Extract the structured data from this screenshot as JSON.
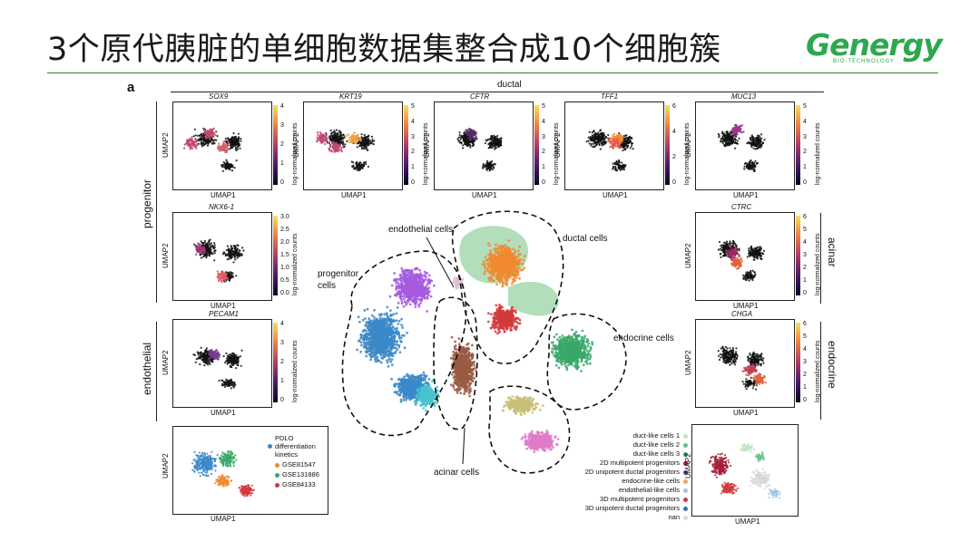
{
  "slide": {
    "title": "3个原代胰脏的单细胞数据集整合成10个细胞簇"
  },
  "logo": {
    "wordmark": "Genergy",
    "subtitle": "BIO-TECHNOLOGY",
    "color": "#2ea84f"
  },
  "figure": {
    "letter": "a",
    "group_top": "ductal",
    "group_left_top": "progenitor",
    "group_left_mid": "endothelial",
    "group_right_top": "acinar",
    "group_right_mid": "endocrine",
    "axis_x": "UMAP1",
    "axis_y": "UMAP2",
    "cbar_label": "log-normalized counts",
    "panels": [
      {
        "gene": "SOX9",
        "ticks": [
          "0",
          "1",
          "2",
          "3",
          "4"
        ]
      },
      {
        "gene": "KRT19",
        "ticks": [
          "0",
          "1",
          "2",
          "3",
          "4",
          "5"
        ]
      },
      {
        "gene": "CFTR",
        "ticks": [
          "0",
          "1",
          "2",
          "3",
          "4",
          "5"
        ]
      },
      {
        "gene": "TFF1",
        "ticks": [
          "0",
          "2",
          "4",
          "6"
        ]
      },
      {
        "gene": "MUC13",
        "ticks": [
          "0",
          "1",
          "2",
          "3",
          "4",
          "5"
        ]
      },
      {
        "gene": "NKX6-1",
        "ticks": [
          "0.0",
          "0.5",
          "1.0",
          "1.5",
          "2.0",
          "2.5",
          "3.0"
        ]
      },
      {
        "gene": "PECAM1",
        "ticks": [
          "0",
          "1",
          "2",
          "3",
          "4"
        ]
      },
      {
        "gene": "CTRC",
        "ticks": [
          "0",
          "1",
          "2",
          "3",
          "4",
          "5",
          "6"
        ]
      },
      {
        "gene": "CHGA",
        "ticks": [
          "0",
          "1",
          "2",
          "3",
          "4",
          "5",
          "6"
        ]
      }
    ],
    "center_labels": {
      "endothelial": "endothelial cells",
      "ductal": "ductal cells",
      "progenitor": "progenitor\ncells",
      "endocrine": "endocrine cells",
      "acinar": "acinar cells"
    },
    "dataset_legend": [
      {
        "label": "PDLO\ndifferentiation\nkinetics",
        "color": "#3a88c8"
      },
      {
        "label": "GSE81547",
        "color": "#f08a30"
      },
      {
        "label": "GSE131886",
        "color": "#38a86a"
      },
      {
        "label": "GSE84133",
        "color": "#d03a3a"
      }
    ],
    "cluster_legend": [
      {
        "label": "duct-like cells 1",
        "color": "#bfe4bf"
      },
      {
        "label": "duct-like cells 2",
        "color": "#66c28a"
      },
      {
        "label": "duct-like cells 3",
        "color": "#2e8f7a"
      },
      {
        "label": "2D multipotent progenitors",
        "color": "#a31f3a"
      },
      {
        "label": "2D unipotent ductal progenitors",
        "color": "#5a3d8a"
      },
      {
        "label": "endocrine-like cells",
        "color": "#f0a55a"
      },
      {
        "label": "endothelial-like cells",
        "color": "#9fc6e6"
      },
      {
        "label": "3D multipotent progenitors",
        "color": "#d03a3a"
      },
      {
        "label": "3D unipotent ductal progenitors",
        "color": "#3a6fb8"
      },
      {
        "label": "nan",
        "color": "#d8d8d8"
      }
    ]
  }
}
